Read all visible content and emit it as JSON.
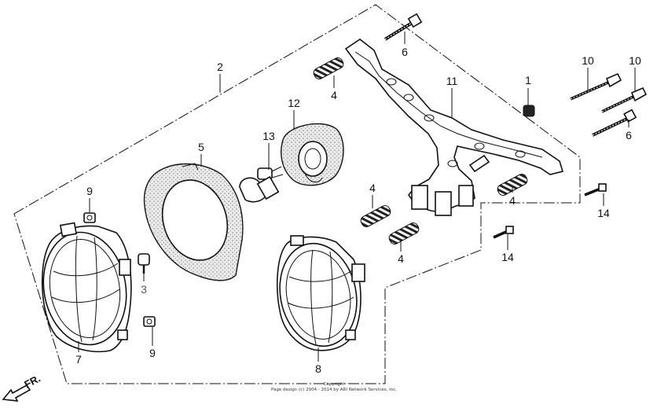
{
  "diagram": {
    "part_labels": {
      "p1": "1",
      "p2": "2",
      "p3": "3",
      "p4a": "4",
      "p4b": "4",
      "p4c": "4",
      "p4d": "4",
      "p5": "5",
      "p6a": "6",
      "p6b": "6",
      "p7": "7",
      "p8": "8",
      "p9a": "9",
      "p9b": "9",
      "p10a": "10",
      "p10b": "10",
      "p11": "11",
      "p12": "12",
      "p13": "13",
      "p14a": "14",
      "p14b": "14"
    },
    "direction_label": "FR.",
    "copyright_line1": "Copyright",
    "copyright_line2": "Page design (c) 2004 - 2014 by ARI Network Services, Inc."
  }
}
